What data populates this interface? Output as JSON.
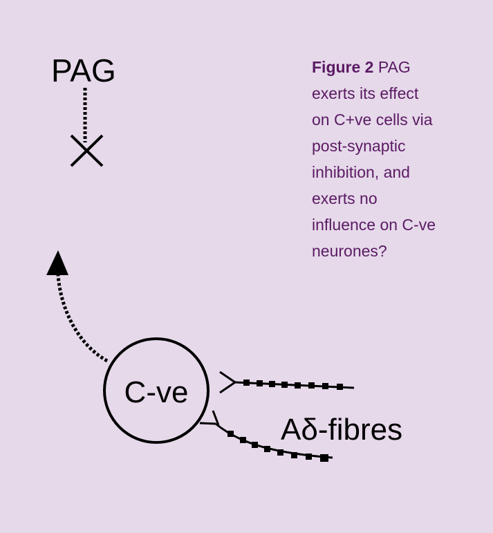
{
  "labels": {
    "pag": "PAG",
    "neuron": "C-ve",
    "fibres": "Aδ-fibres"
  },
  "caption": {
    "figure_label": "Figure 2",
    "lines": [
      "PAG",
      "exerts its effect",
      "on C+ve cells via",
      "post-synaptic",
      "inhibition, and",
      "exerts no",
      "influence on C-ve",
      "neurones?"
    ]
  },
  "colors": {
    "background": "#e6d9ea",
    "caption_text": "#5a1a63",
    "diagram_ink": "#000000"
  }
}
